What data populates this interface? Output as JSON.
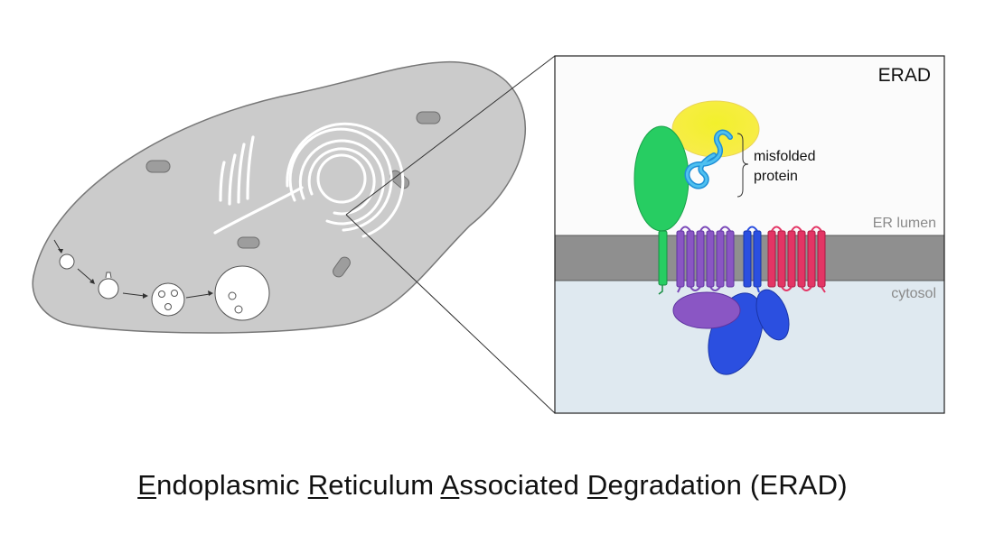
{
  "panel": {
    "title": "ERAD",
    "annotation_line1": "misfolded",
    "annotation_line2": "protein",
    "lumen_label": "ER lumen",
    "cytosol_label": "cytosol"
  },
  "caption": {
    "w1_initial": "E",
    "w1_rest": "ndoplasmic ",
    "w2_initial": "R",
    "w2_rest": "eticulum ",
    "w3_initial": "A",
    "w3_rest": "ssociated ",
    "w4_initial": "D",
    "w4_rest": "egradation (ERAD)"
  },
  "colors": {
    "cell_fill": "#cbcbcb",
    "membrane": "#8f8f8f",
    "lumen_bg": "#fbfbfb",
    "cytosol_bg": "#dfe9f0",
    "yellow": "#f5ee2f",
    "green": "#27cd62",
    "cyan": "#2aa7e4",
    "purple": "#8a56c4",
    "blue": "#2b4fe0",
    "pink": "#e33565"
  }
}
